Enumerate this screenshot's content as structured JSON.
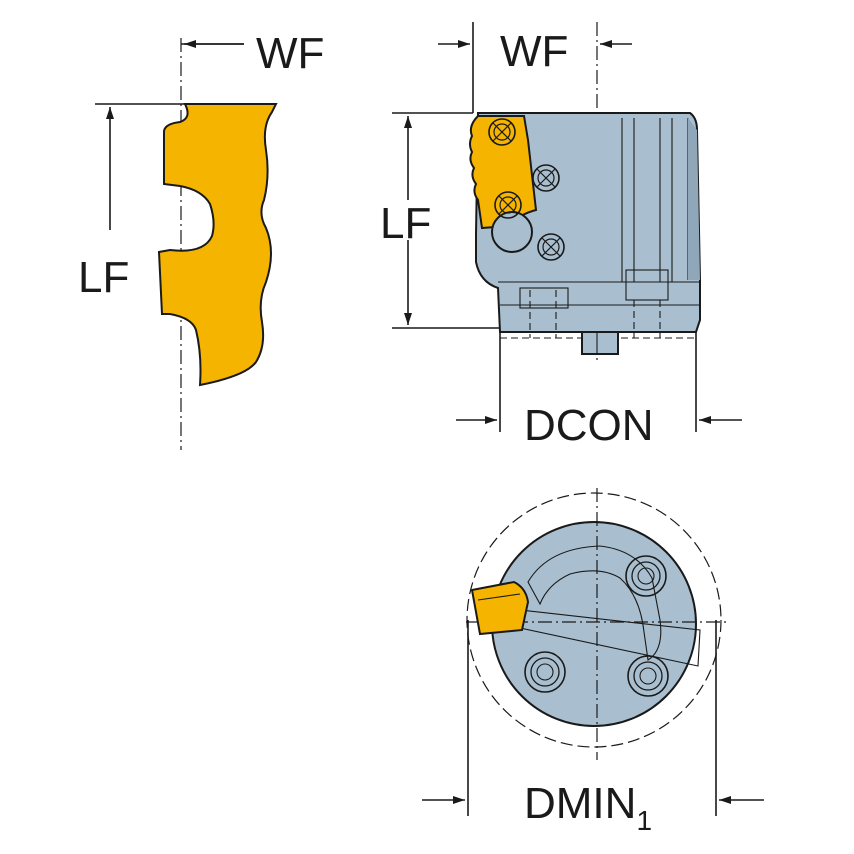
{
  "labels": {
    "wf": "WF",
    "lf": "LF",
    "dcon": "DCON",
    "dmin": "DMIN",
    "dmin_sub": "1"
  },
  "colors": {
    "insert": "#F5B400",
    "body": "#A9BFCF",
    "body_dark": "#8FA7B8",
    "line": "#1A1A1A",
    "background": "#FFFFFF"
  },
  "icons": {
    "arrow": "filled-triangle-arrow",
    "screw": "crossed-circle-symbol"
  }
}
